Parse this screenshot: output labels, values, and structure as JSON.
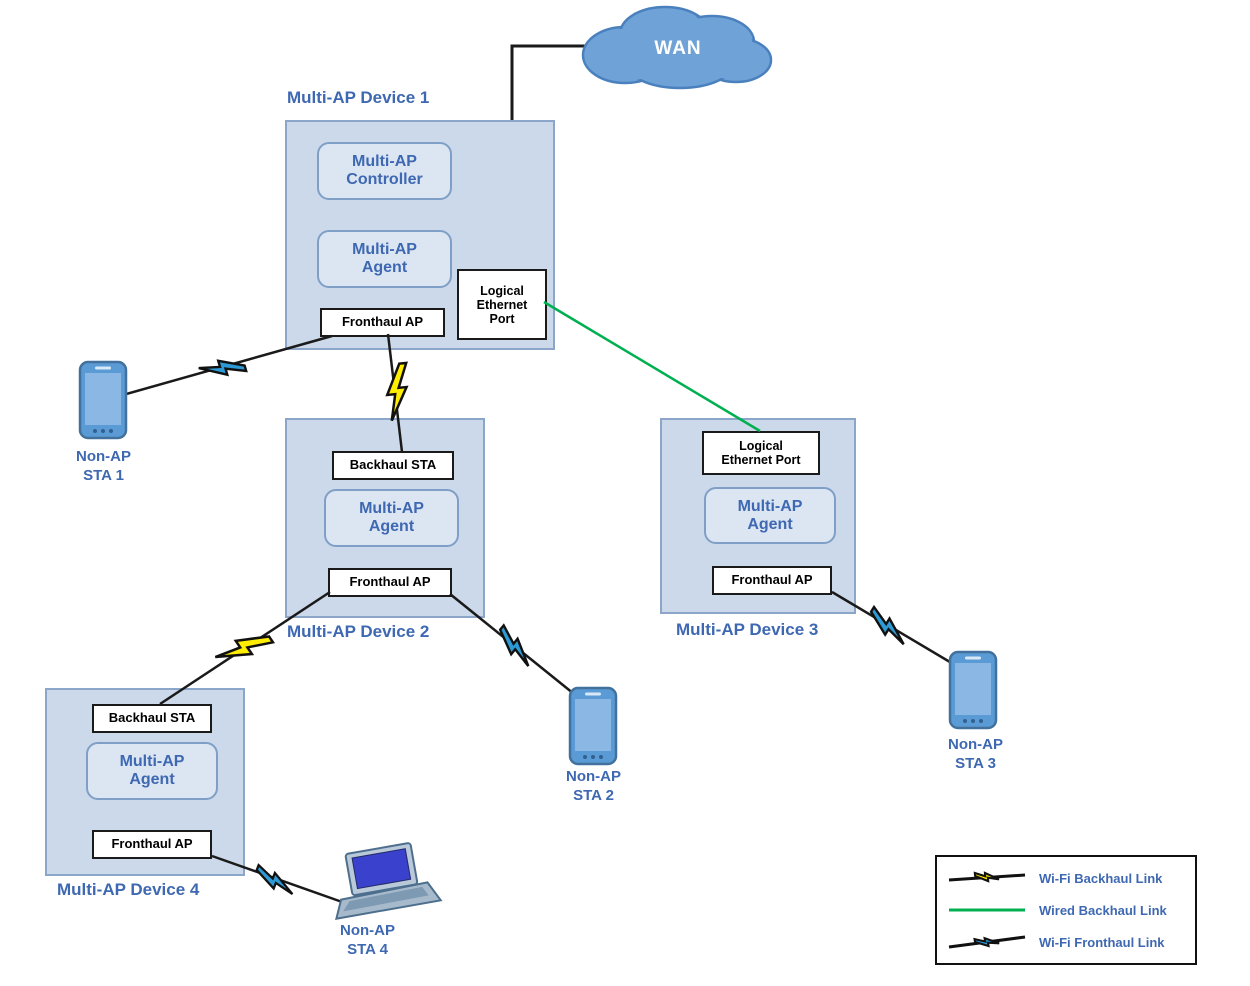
{
  "wan": {
    "label": "WAN"
  },
  "devices": [
    {
      "label": "Multi-AP Device 1",
      "controller": "Multi-AP\nController",
      "agent": "Multi-AP\nAgent",
      "fronthaul_ap": "Fronthaul AP",
      "ethernet_port": "Logical\nEthernet\nPort"
    },
    {
      "label": "Multi-AP Device 2",
      "backhaul_sta": "Backhaul STA",
      "agent": "Multi-AP\nAgent",
      "fronthaul_ap": "Fronthaul AP"
    },
    {
      "label": "Multi-AP Device 3",
      "ethernet_port": "Logical\nEthernet Port",
      "agent": "Multi-AP\nAgent",
      "fronthaul_ap": "Fronthaul AP"
    },
    {
      "label": "Multi-AP Device 4",
      "backhaul_sta": "Backhaul STA",
      "agent": "Multi-AP\nAgent",
      "fronthaul_ap": "Fronthaul AP"
    }
  ],
  "stations": [
    {
      "label": "Non-AP\nSTA 1",
      "icon": "smartphone-icon"
    },
    {
      "label": "Non-AP\nSTA 2",
      "icon": "smartphone-icon"
    },
    {
      "label": "Non-AP\nSTA 3",
      "icon": "smartphone-icon"
    },
    {
      "label": "Non-AP\nSTA 4",
      "icon": "laptop-icon"
    }
  ],
  "legend": {
    "items": [
      {
        "label": "Wi-Fi Backhaul Link",
        "icon": "yellow-lightning-bolt-icon",
        "color": "#ffee00"
      },
      {
        "label": "Wired Backhaul Link",
        "icon": "green-line-icon",
        "color": "#00b050"
      },
      {
        "label": "Wi-Fi Fronthaul Link",
        "icon": "blue-lightning-bolt-icon",
        "color": "#2e9ad5"
      }
    ]
  },
  "colors": {
    "device_fill": "#ccd9ea",
    "device_border": "#8ba6c9",
    "node_fill": "#dce6f3",
    "node_border": "#7f9fc6",
    "label_blue": "#3e68b1",
    "wired_backhaul_green": "#00b050",
    "backhaul_bolt_yellow": "#ffee00",
    "fronthaul_bolt_blue": "#2e9ad5",
    "cloud_fill": "#6fa3d8",
    "cloud_border": "#4a80bd"
  }
}
